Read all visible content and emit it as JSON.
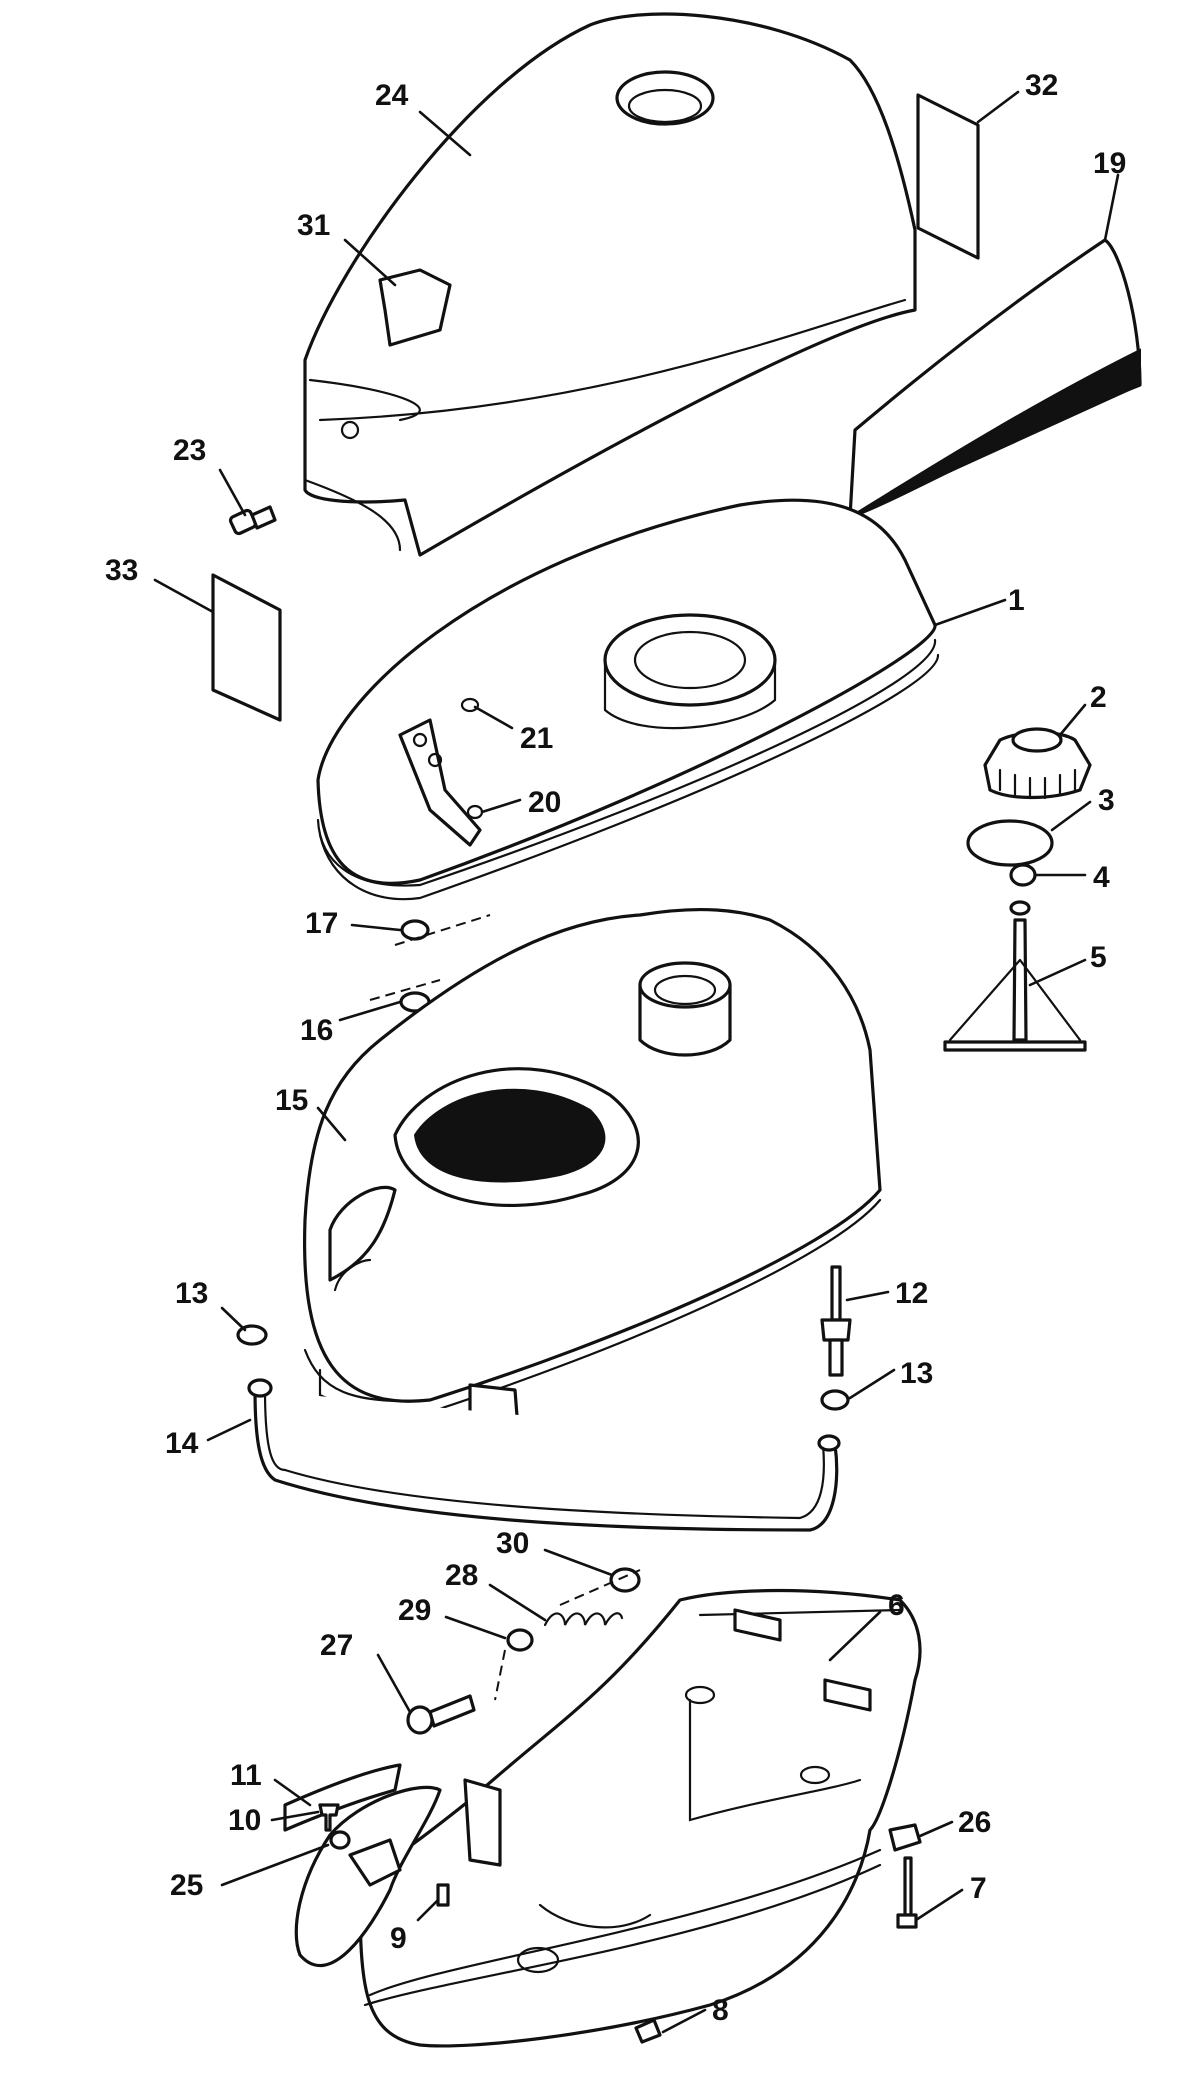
{
  "callouts": [
    {
      "id": "c24",
      "label": "24"
    },
    {
      "id": "c31",
      "label": "31"
    },
    {
      "id": "c32",
      "label": "32"
    },
    {
      "id": "c19",
      "label": "19"
    },
    {
      "id": "c23",
      "label": "23"
    },
    {
      "id": "c33",
      "label": "33"
    },
    {
      "id": "c1",
      "label": "1"
    },
    {
      "id": "c21",
      "label": "21"
    },
    {
      "id": "c20",
      "label": "20"
    },
    {
      "id": "c2",
      "label": "2"
    },
    {
      "id": "c3",
      "label": "3"
    },
    {
      "id": "c4",
      "label": "4"
    },
    {
      "id": "c5",
      "label": "5"
    },
    {
      "id": "c17",
      "label": "17"
    },
    {
      "id": "c16",
      "label": "16"
    },
    {
      "id": "c15",
      "label": "15"
    },
    {
      "id": "c13a",
      "label": "13"
    },
    {
      "id": "c12",
      "label": "12"
    },
    {
      "id": "c13b",
      "label": "13"
    },
    {
      "id": "c14",
      "label": "14"
    },
    {
      "id": "c30",
      "label": "30"
    },
    {
      "id": "c28",
      "label": "28"
    },
    {
      "id": "c29",
      "label": "29"
    },
    {
      "id": "c6",
      "label": "6"
    },
    {
      "id": "c27",
      "label": "27"
    },
    {
      "id": "c11",
      "label": "11"
    },
    {
      "id": "c10",
      "label": "10"
    },
    {
      "id": "c26",
      "label": "26"
    },
    {
      "id": "c25",
      "label": "25"
    },
    {
      "id": "c7",
      "label": "7"
    },
    {
      "id": "c9",
      "label": "9"
    },
    {
      "id": "c8",
      "label": "8"
    }
  ]
}
